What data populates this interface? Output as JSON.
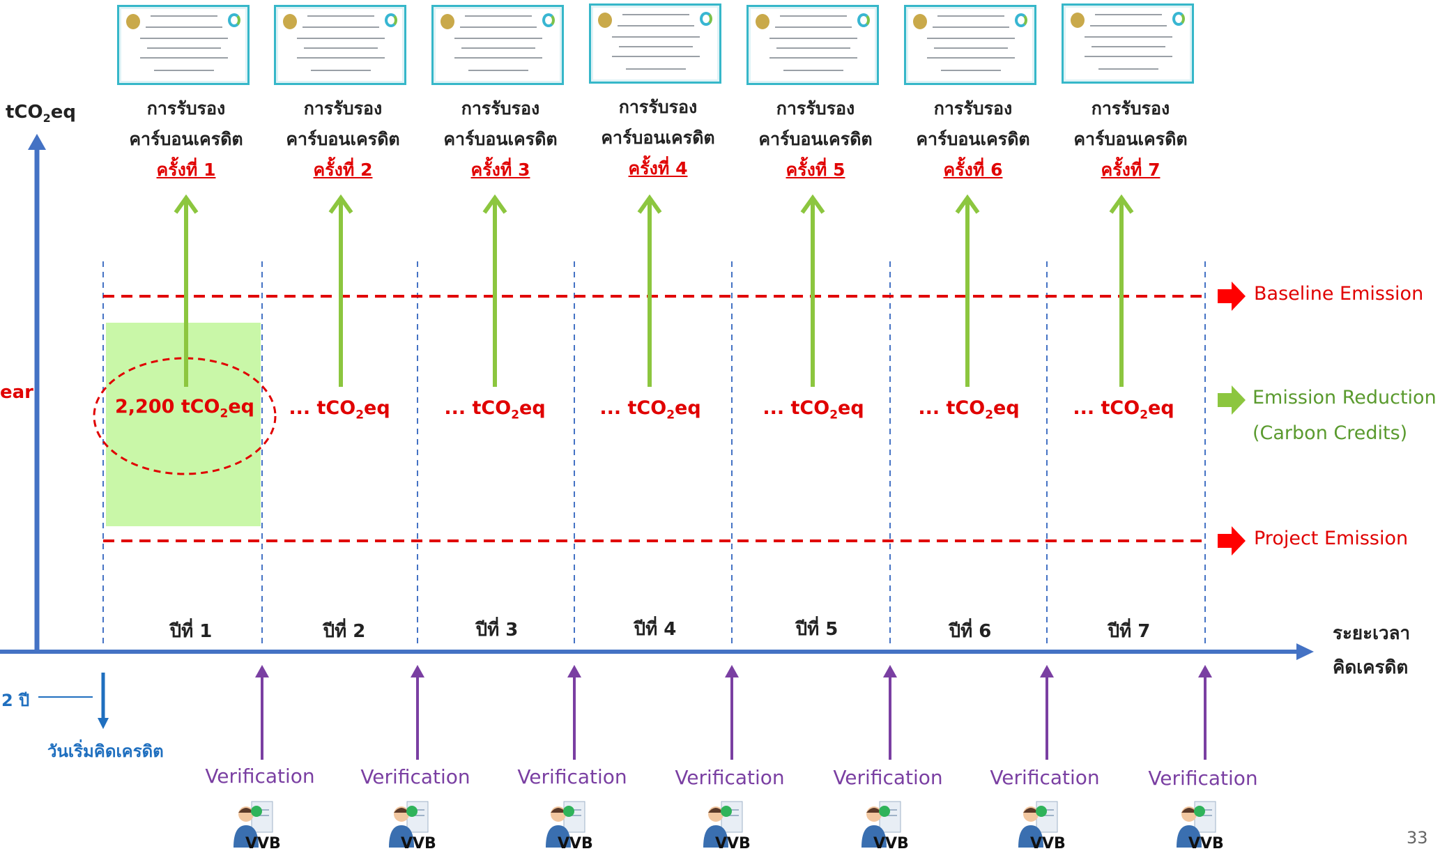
{
  "axes": {
    "y_label": "tCO",
    "y_label_sub": "2",
    "y_label_suffix": "eq",
    "x_label_line1": "ระยะเวลา",
    "x_label_line2": "คิดเครดิต",
    "left_fragment_1": "ear",
    "left_fragment_2": "2 ปี",
    "start_date_label": "วันเริ่มคิดเครดิต"
  },
  "certifications": [
    {
      "line1": "การรับรอง",
      "line2": "คาร์บอนเครดิต",
      "occurrence": "ครั้งที่ 1"
    },
    {
      "line1": "การรับรอง",
      "line2": "คาร์บอนเครดิต",
      "occurrence": "ครั้งที่ 2"
    },
    {
      "line1": "การรับรอง",
      "line2": "คาร์บอนเครดิต",
      "occurrence": "ครั้งที่ 3"
    },
    {
      "line1": "การรับรอง",
      "line2": "คาร์บอนเครดิต",
      "occurrence": "ครั้งที่ 4"
    },
    {
      "line1": "การรับรอง",
      "line2": "คาร์บอนเครดิต",
      "occurrence": "ครั้งที่ 5"
    },
    {
      "line1": "การรับรอง",
      "line2": "คาร์บอนเครดิต",
      "occurrence": "ครั้งที่ 6"
    },
    {
      "line1": "การรับรอง",
      "line2": "คาร์บอนเครดิต",
      "occurrence": "ครั้งที่ 7"
    }
  ],
  "years": [
    "ปีที่ 1",
    "ปีที่ 2",
    "ปีที่ 3",
    "ปีที่ 4",
    "ปีที่ 5",
    "ปีที่ 6",
    "ปีที่ 7"
  ],
  "reductions": [
    {
      "prefix": "2,200 tCO",
      "sub": "2",
      "suffix": "eq"
    },
    {
      "prefix": "... tCO",
      "sub": "2",
      "suffix": "eq"
    },
    {
      "prefix": "... tCO",
      "sub": "2",
      "suffix": "eq"
    },
    {
      "prefix": "... tCO",
      "sub": "2",
      "suffix": "eq"
    },
    {
      "prefix": "... tCO",
      "sub": "2",
      "suffix": "eq"
    },
    {
      "prefix": "... tCO",
      "sub": "2",
      "suffix": "eq"
    },
    {
      "prefix": "... tCO",
      "sub": "2",
      "suffix": "eq"
    }
  ],
  "legend": {
    "baseline": "Baseline Emission",
    "reduction_line1": "Emission Reduction",
    "reduction_line2": "(Carbon Credits)",
    "project": "Project Emission"
  },
  "verifications": [
    {
      "label": "Verification",
      "badge": "VVB"
    },
    {
      "label": "Verification",
      "badge": "VVB"
    },
    {
      "label": "Verification",
      "badge": "VVB"
    },
    {
      "label": "Verification",
      "badge": "VVB"
    },
    {
      "label": "Verification",
      "badge": "VVB"
    },
    {
      "label": "Verification",
      "badge": "VVB"
    },
    {
      "label": "Verification",
      "badge": "VVB"
    }
  ],
  "page_number": "33",
  "colors": {
    "axis": "#4472c4",
    "emission_line": "#e00000",
    "reduction_arrow": "#8cc63f",
    "reduction_fill": "#c9f7a8",
    "verification": "#7a3fa2",
    "start_marker": "#1f6fbf",
    "legend_reduction_text": "#5a9a2e"
  },
  "icons": [
    "certificate-icon",
    "green-up-arrow-icon",
    "red-right-arrow-icon",
    "green-right-arrow-icon",
    "purple-up-arrow-icon",
    "inspector-icon"
  ]
}
